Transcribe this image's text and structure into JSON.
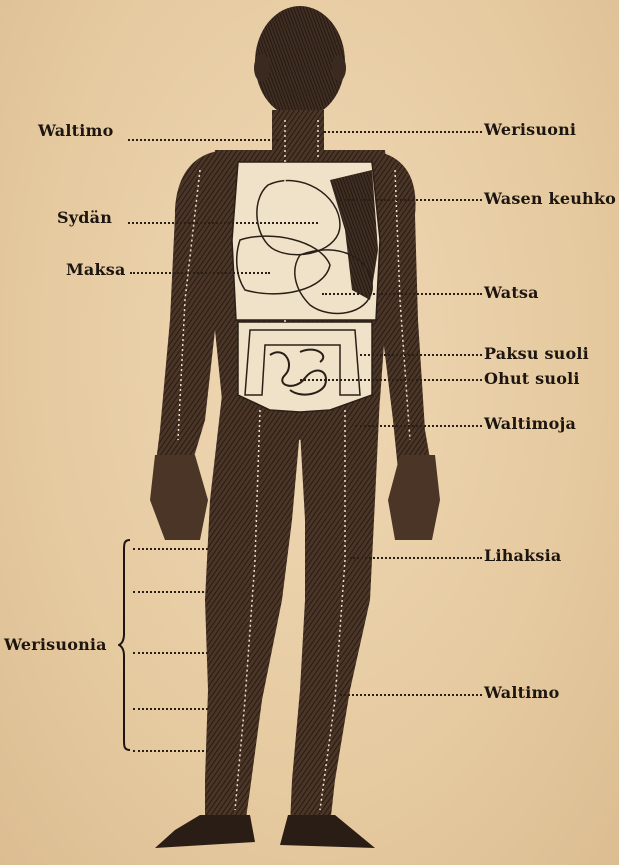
{
  "colors": {
    "paper": "#e8cfa8",
    "ink": "#1d1510",
    "body": "#3a2a20",
    "organ_fill": "#efe2c8"
  },
  "labels": {
    "left": {
      "waltimo": "Waltimo",
      "sydan": "Sydän",
      "maksa": "Maksa",
      "verisuonia": "Werisuonia"
    },
    "right": {
      "verisuoni": "Werisuoni",
      "vasen_keuhko": "Wasen keuhko",
      "vatsa": "Watsa",
      "paksu_suoli": "Paksu suoli",
      "ohut_suoli": "Ohut suoli",
      "valtimoja": "Waltimoja",
      "lihaksia": "Lihaksia",
      "valtimo": "Waltimo"
    }
  }
}
